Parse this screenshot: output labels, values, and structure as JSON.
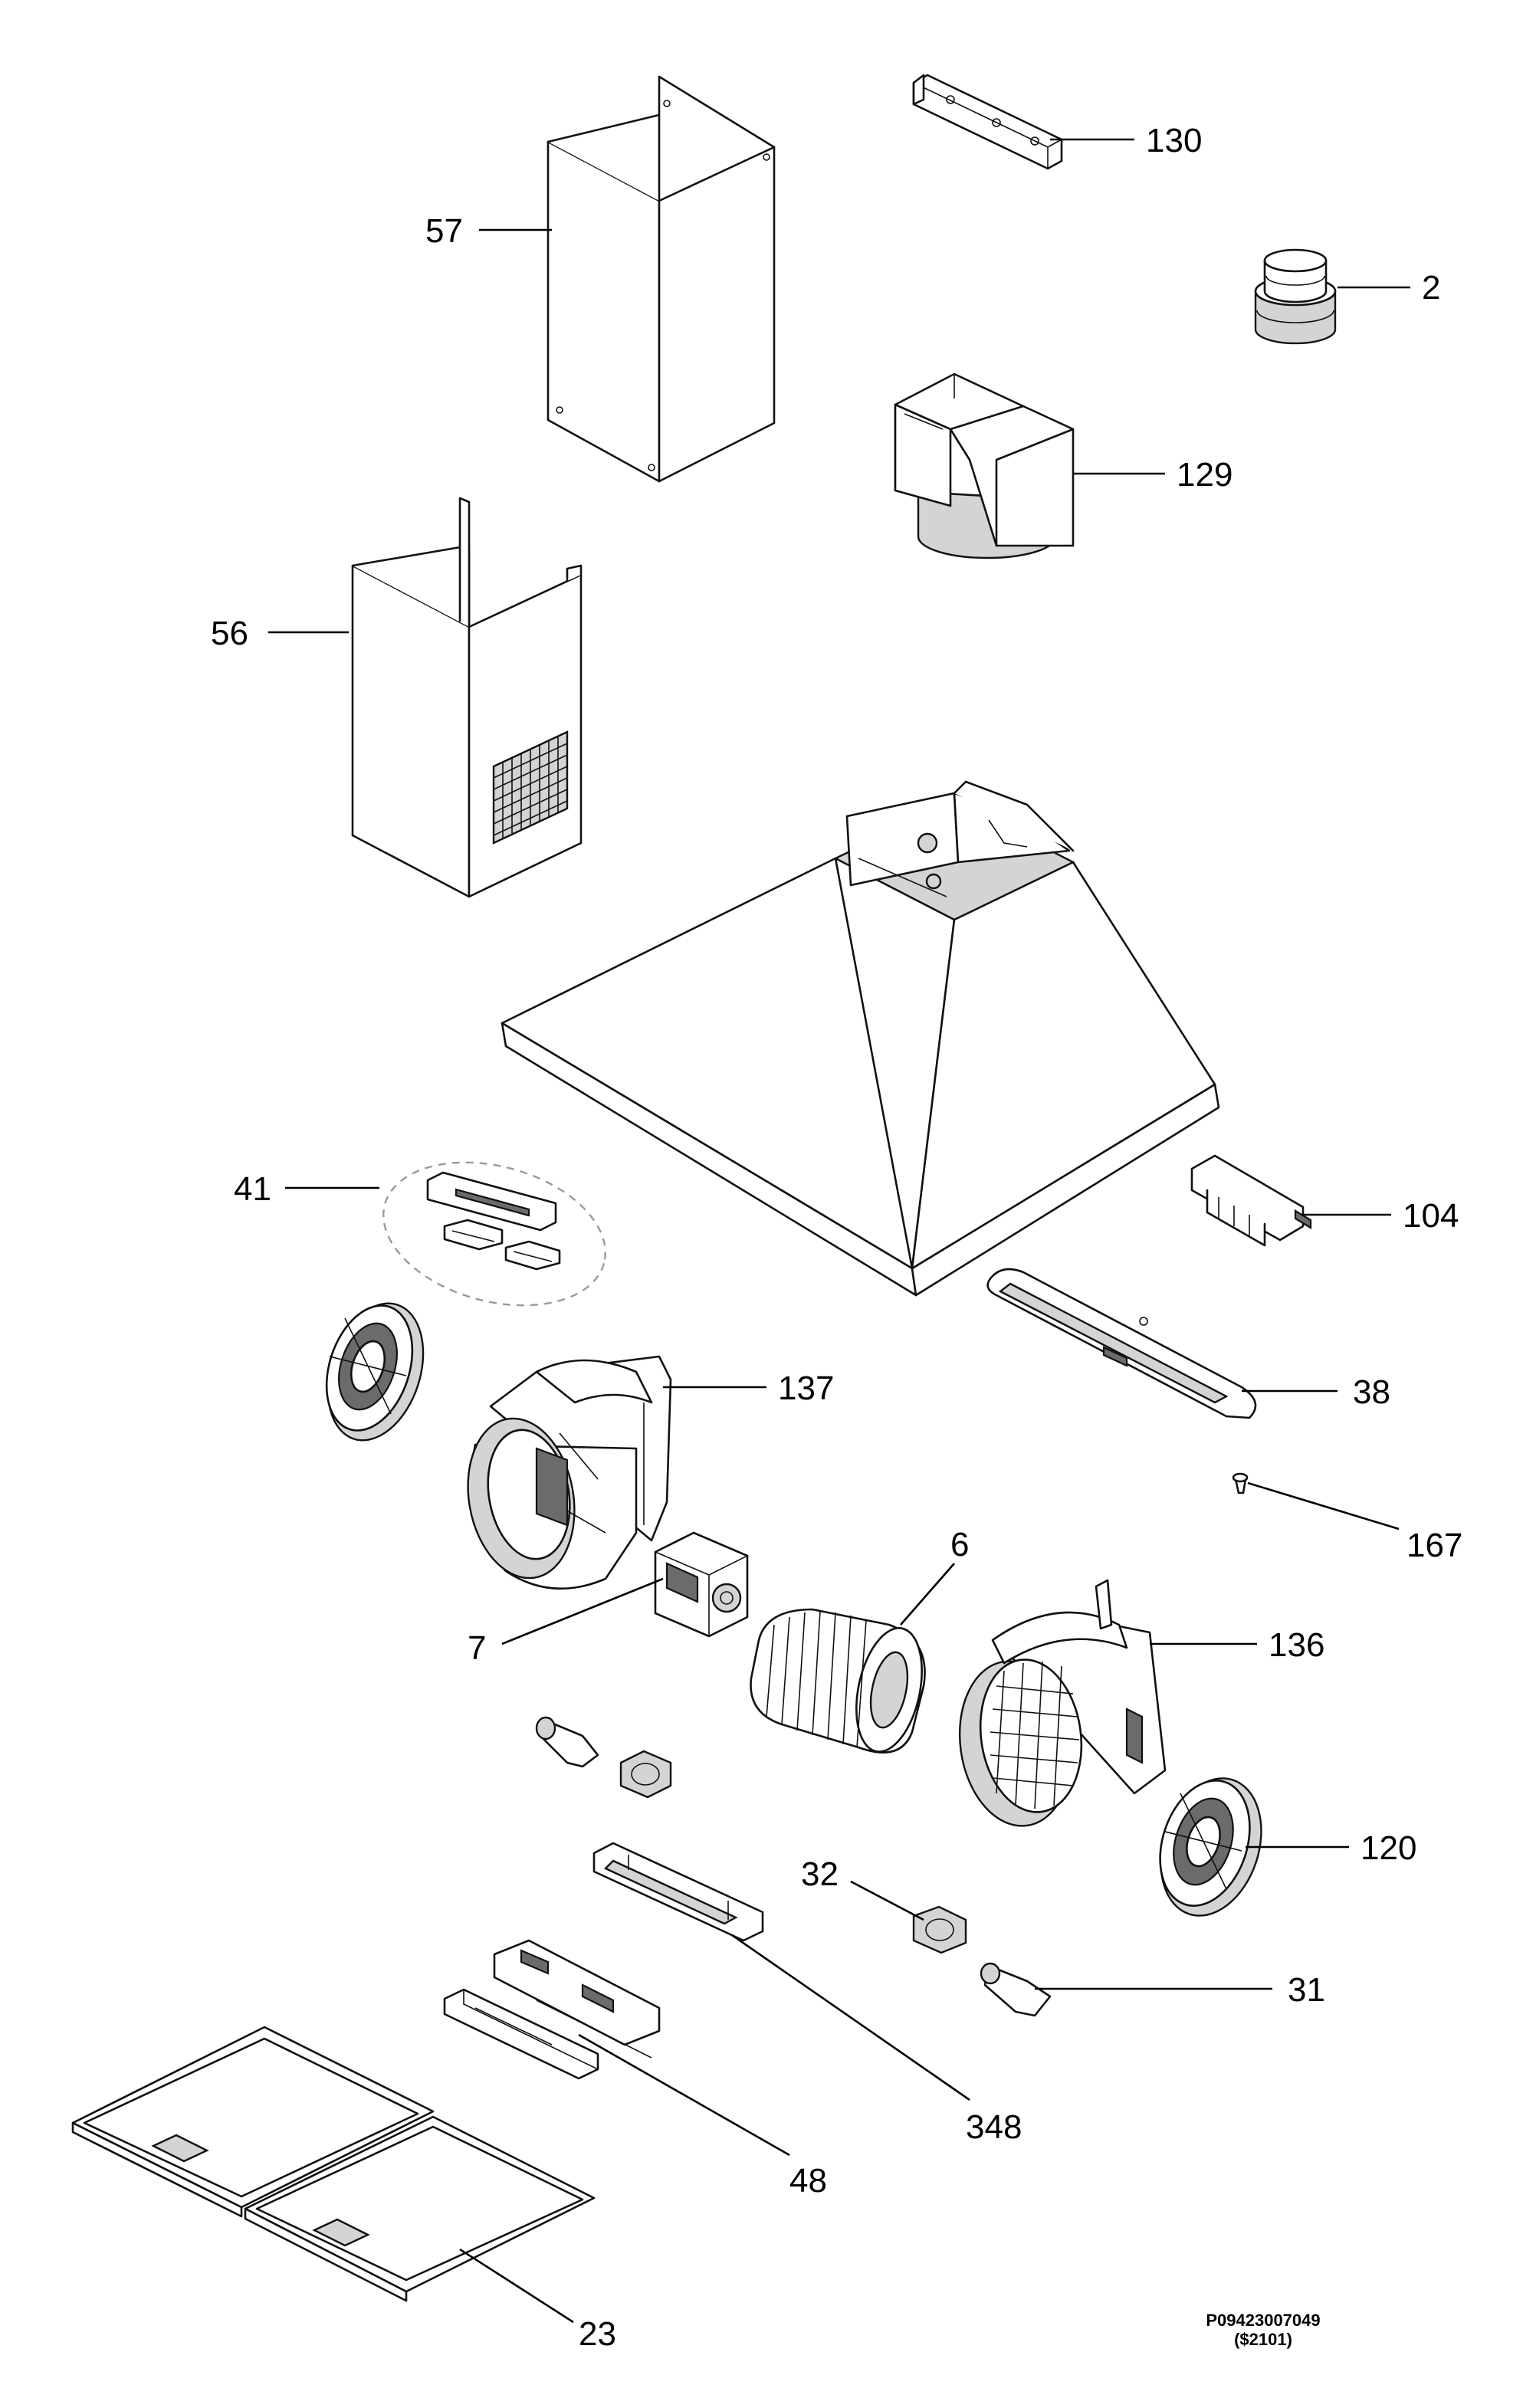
{
  "diagram": {
    "callouts": [
      {
        "id": "c130",
        "label": "130"
      },
      {
        "id": "c2",
        "label": "2"
      },
      {
        "id": "c57",
        "label": "57"
      },
      {
        "id": "c129",
        "label": "129"
      },
      {
        "id": "c56",
        "label": "56"
      },
      {
        "id": "c41",
        "label": "41"
      },
      {
        "id": "c104",
        "label": "104"
      },
      {
        "id": "c137",
        "label": "137"
      },
      {
        "id": "c38",
        "label": "38"
      },
      {
        "id": "c167",
        "label": "167"
      },
      {
        "id": "c6",
        "label": "6"
      },
      {
        "id": "c7",
        "label": "7"
      },
      {
        "id": "c136",
        "label": "136"
      },
      {
        "id": "c120",
        "label": "120"
      },
      {
        "id": "c32",
        "label": "32"
      },
      {
        "id": "c31",
        "label": "31"
      },
      {
        "id": "c348",
        "label": "348"
      },
      {
        "id": "c48",
        "label": "48"
      },
      {
        "id": "c23",
        "label": "23"
      }
    ],
    "footer": {
      "code": "P09423007049",
      "revision": "($2101)"
    }
  }
}
